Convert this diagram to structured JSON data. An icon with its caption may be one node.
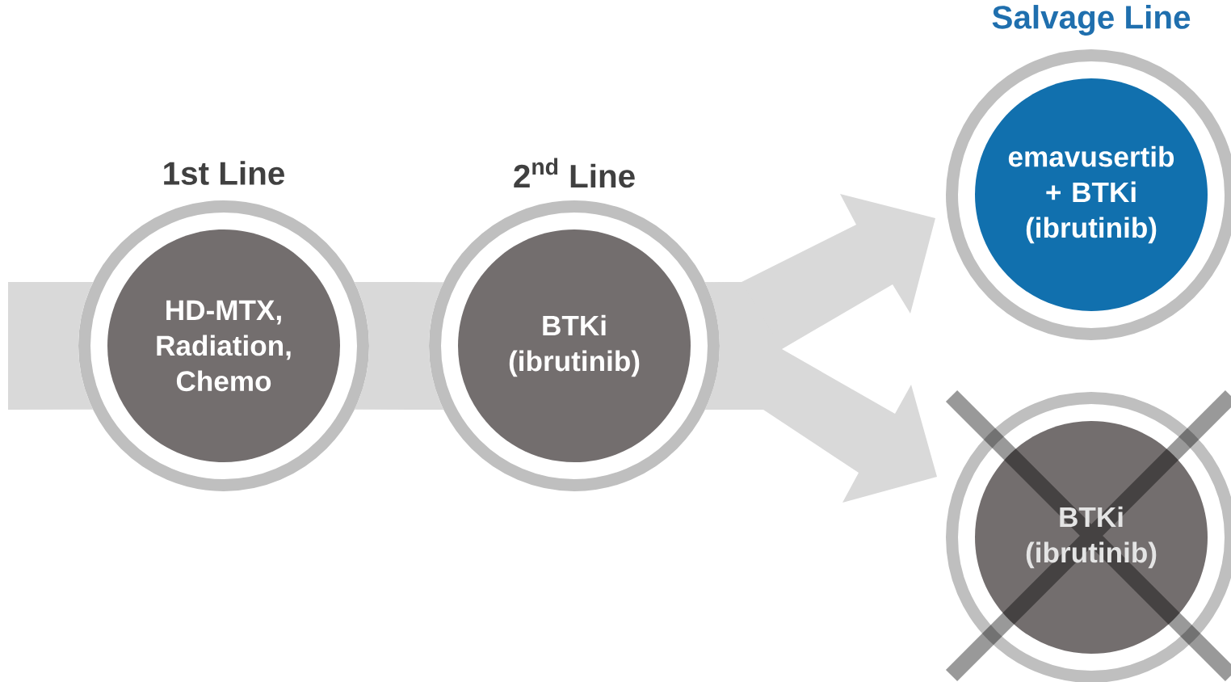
{
  "diagram": {
    "nodes": [
      {
        "text": [
          "1st Line",
          "HD-MTX, Radiation, Chemo"
        ]
      },
      {
        "text": [
          "2$^{nd}$ Line",
          "BTKi (ibrutinib)"
        ]
      },
      {
        "text": [
          "Salvage Line",
          "emavusertib + BTKi (ibrutinib)"
        ]
      },
      {
        "text": [
          "BTKi (ibrutinib)"
        ]
      }
    ],
    "edges": [
      {
        "from": null,
        "to": 0,
        "arrow": "none"
      },
      {
        "from": 0,
        "to": 1,
        "arrow": "none"
      },
      {
        "from": 1,
        "to": 2,
        "arrow": "to"
      },
      {
        "from": 1,
        "to": 3,
        "arrow": "to"
      }
    ]
  }
}
